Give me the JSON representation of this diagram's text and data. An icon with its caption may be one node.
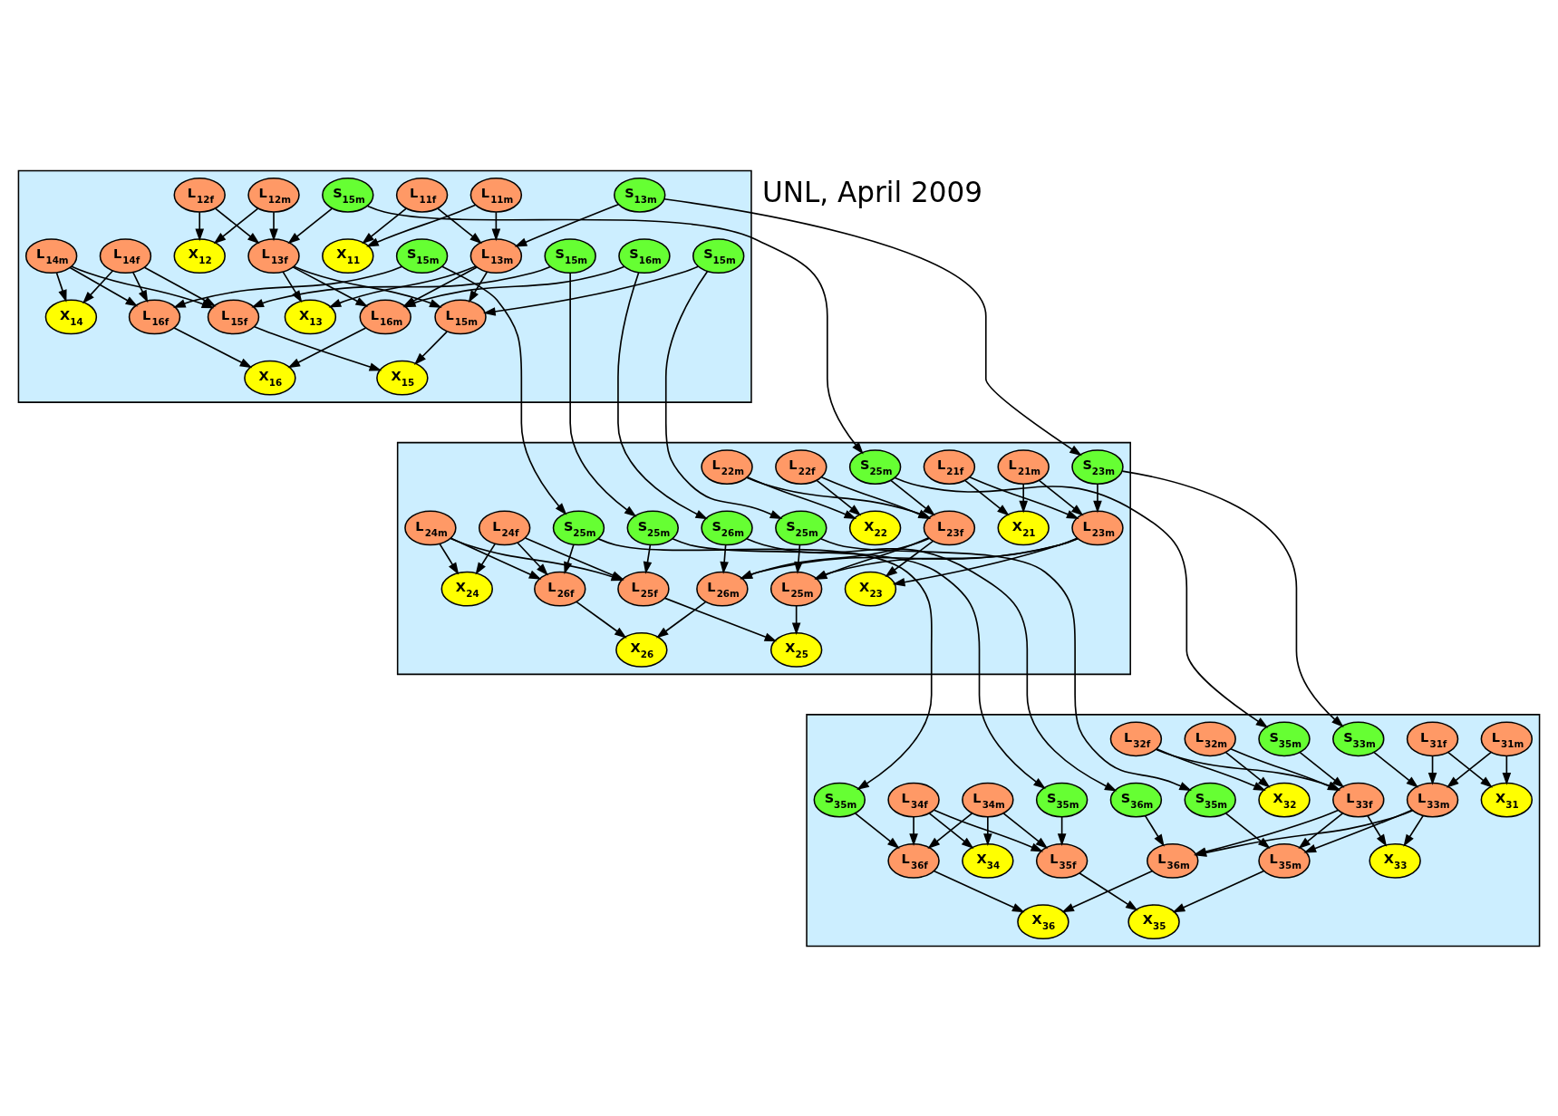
{
  "diagram": {
    "nodes": [
      {
        "text": [],
        "shape": "box"
      },
      {
        "text": [
          "L$_{11m}$"
        ],
        "in": 0
      },
      {
        "text": [
          "L$_{11f}$"
        ],
        "in": 0
      },
      {
        "text": [
          "L$_{12m}$"
        ],
        "in": 0
      },
      {
        "text": [
          "L$_{12f}$"
        ],
        "in": 0
      },
      {
        "text": [
          "X$_{11}$"
        ],
        "in": 0
      },
      {
        "text": [
          "X$_{12}$"
        ],
        "in": 0
      },
      {
        "text": [
          "S$_{13m}$"
        ],
        "in": 0
      },
      {
        "text": [
          "L$_{13m}$"
        ],
        "in": 0
      },
      {
        "text": [
          "L$_{13f}$"
        ],
        "in": 0
      },
      {
        "text": [
          "S$_{15m}$"
        ],
        "in": 0
      },
      {
        "text": [
          "X$_{13}$"
        ],
        "in": 0
      },
      {
        "text": [
          "L$_{14m}$"
        ],
        "in": 0
      },
      {
        "text": [
          "L$_{14f}$"
        ],
        "in": 0
      },
      {
        "text": [
          "X$_{14}$"
        ],
        "in": 0
      },
      {
        "text": [
          "S$_{15m}$"
        ],
        "in": 0
      },
      {
        "text": [
          "L$_{15m}$"
        ],
        "in": 0
      },
      {
        "text": [
          "L$_{15f}$"
        ],
        "in": 0
      },
      {
        "text": [
          "S$_{15m}$"
        ],
        "in": 0
      },
      {
        "text": [
          "S$_{15m}$"
        ],
        "in": 0
      },
      {
        "text": [
          "S$_{16m}$"
        ],
        "in": 0
      },
      {
        "text": [
          "L$_{16m}$"
        ],
        "in": 0
      },
      {
        "text": [
          "L$_{16f}$"
        ],
        "in": 0
      },
      {
        "text": [
          "X$_{15}$"
        ],
        "in": 0
      },
      {
        "text": [
          "X$_{16}$"
        ],
        "in": 0
      },
      {
        "text": [],
        "shape": "box"
      },
      {
        "text": [
          "L$_{21m}$"
        ],
        "in": 25
      },
      {
        "text": [
          "L$_{21f}$"
        ],
        "in": 25
      },
      {
        "text": [
          "L$_{22m}$"
        ],
        "in": 25
      },
      {
        "text": [
          "L$_{22f}$"
        ],
        "in": 25
      },
      {
        "text": [
          "X$_{21}$"
        ],
        "in": 25
      },
      {
        "text": [
          "X$_{22}$"
        ],
        "in": 25
      },
      {
        "text": [
          "S$_{23m}$"
        ],
        "in": 25
      },
      {
        "text": [
          "L$_{23m}$"
        ],
        "in": 25
      },
      {
        "text": [
          "L$_{23f}$"
        ],
        "in": 25
      },
      {
        "text": [
          "S$_{25m}$"
        ],
        "in": 25
      },
      {
        "text": [
          "X$_{23}$"
        ],
        "in": 25
      },
      {
        "text": [
          "L$_{24m}$"
        ],
        "in": 25
      },
      {
        "text": [
          "L$_{24f}$"
        ],
        "in": 25
      },
      {
        "text": [
          "X$_{24}$"
        ],
        "in": 25
      },
      {
        "text": [
          "S$_{25m}$"
        ],
        "in": 25
      },
      {
        "text": [
          "L$_{25m}$"
        ],
        "in": 25
      },
      {
        "text": [
          "L$_{25f}$"
        ],
        "in": 25
      },
      {
        "text": [
          "S$_{25m}$"
        ],
        "in": 25
      },
      {
        "text": [
          "S$_{25m}$"
        ],
        "in": 25
      },
      {
        "text": [
          "S$_{26m}$"
        ],
        "in": 25
      },
      {
        "text": [
          "L$_{26m}$"
        ],
        "in": 25
      },
      {
        "text": [
          "L$_{26f}$"
        ],
        "in": 25
      },
      {
        "text": [
          "X$_{25}$"
        ],
        "in": 25
      },
      {
        "text": [
          "X$_{26}$"
        ],
        "in": 25
      },
      {
        "text": [],
        "shape": "box"
      },
      {
        "text": [
          "L$_{31m}$"
        ],
        "in": 50
      },
      {
        "text": [
          "L$_{31f}$"
        ],
        "in": 50
      },
      {
        "text": [
          "L$_{32m}$"
        ],
        "in": 50
      },
      {
        "text": [
          "L$_{32f}$"
        ],
        "in": 50
      },
      {
        "text": [
          "X$_{31}$"
        ],
        "in": 50
      },
      {
        "text": [
          "X$_{32}$"
        ],
        "in": 50
      },
      {
        "text": [
          "S$_{33m}$"
        ],
        "in": 50
      },
      {
        "text": [
          "L$_{33m}$"
        ],
        "in": 50
      },
      {
        "text": [
          "L$_{33f}$"
        ],
        "in": 50
      },
      {
        "text": [
          "S$_{35m}$"
        ],
        "in": 50
      },
      {
        "text": [
          "X$_{33}$"
        ],
        "in": 50
      },
      {
        "text": [
          "L$_{34m}$"
        ],
        "in": 50
      },
      {
        "text": [
          "L$_{34f}$"
        ],
        "in": 50
      },
      {
        "text": [
          "X$_{34}$"
        ],
        "in": 50
      },
      {
        "text": [
          "S$_{35m}$"
        ],
        "in": 50
      },
      {
        "text": [
          "L$_{35m}$"
        ],
        "in": 50
      },
      {
        "text": [
          "L$_{35f}$"
        ],
        "in": 50
      },
      {
        "text": [
          "S$_{35m}$"
        ],
        "in": 50
      },
      {
        "text": [
          "S$_{35m}$"
        ],
        "in": 50
      },
      {
        "text": [
          "S$_{36m}$"
        ],
        "in": 50
      },
      {
        "text": [
          "L$_{36m}$"
        ],
        "in": 50
      },
      {
        "text": [
          "L$_{36f}$"
        ],
        "in": 50
      },
      {
        "text": [
          "X$_{35}$"
        ],
        "in": 50
      },
      {
        "text": [
          "X$_{36}$"
        ],
        "in": 50
      }
    ],
    "edges": [
      {
        "from": 1,
        "to": 5,
        "arrow": "to"
      },
      {
        "from": 2,
        "to": 5,
        "arrow": "to"
      },
      {
        "from": 1,
        "to": 8,
        "arrow": "to"
      },
      {
        "from": 2,
        "to": 8,
        "arrow": "to"
      },
      {
        "from": 3,
        "to": 6,
        "arrow": "to"
      },
      {
        "from": 4,
        "to": 6,
        "arrow": "to"
      },
      {
        "from": 3,
        "to": 9,
        "arrow": "to"
      },
      {
        "from": 4,
        "to": 9,
        "arrow": "to"
      },
      {
        "from": 7,
        "to": 8,
        "arrow": "to"
      },
      {
        "from": 10,
        "to": 9,
        "arrow": "to"
      },
      {
        "from": 8,
        "to": 11,
        "arrow": "to"
      },
      {
        "from": 9,
        "to": 11,
        "arrow": "to"
      },
      {
        "from": 12,
        "to": 14,
        "arrow": "to"
      },
      {
        "from": 13,
        "to": 14,
        "arrow": "to"
      },
      {
        "from": 8,
        "to": 16,
        "arrow": "to"
      },
      {
        "from": 9,
        "to": 16,
        "arrow": "to"
      },
      {
        "from": 15,
        "to": 16,
        "arrow": "to"
      },
      {
        "from": 12,
        "to": 17,
        "arrow": "to"
      },
      {
        "from": 13,
        "to": 17,
        "arrow": "to"
      },
      {
        "from": 19,
        "to": 17,
        "arrow": "to"
      },
      {
        "from": 8,
        "to": 21,
        "arrow": "to"
      },
      {
        "from": 9,
        "to": 21,
        "arrow": "to"
      },
      {
        "from": 20,
        "to": 21,
        "arrow": "to"
      },
      {
        "from": 12,
        "to": 22,
        "arrow": "to"
      },
      {
        "from": 13,
        "to": 22,
        "arrow": "to"
      },
      {
        "from": 18,
        "to": 22,
        "arrow": "to"
      },
      {
        "from": 16,
        "to": 23,
        "arrow": "to"
      },
      {
        "from": 17,
        "to": 23,
        "arrow": "to"
      },
      {
        "from": 21,
        "to": 24,
        "arrow": "to"
      },
      {
        "from": 22,
        "to": 24,
        "arrow": "to"
      },
      {
        "from": 26,
        "to": 30,
        "arrow": "to"
      },
      {
        "from": 27,
        "to": 30,
        "arrow": "to"
      },
      {
        "from": 26,
        "to": 33,
        "arrow": "to"
      },
      {
        "from": 27,
        "to": 33,
        "arrow": "to"
      },
      {
        "from": 28,
        "to": 31,
        "arrow": "to"
      },
      {
        "from": 29,
        "to": 31,
        "arrow": "to"
      },
      {
        "from": 28,
        "to": 34,
        "arrow": "to"
      },
      {
        "from": 29,
        "to": 34,
        "arrow": "to"
      },
      {
        "from": 32,
        "to": 33,
        "arrow": "to"
      },
      {
        "from": 35,
        "to": 34,
        "arrow": "to"
      },
      {
        "from": 33,
        "to": 36,
        "arrow": "to"
      },
      {
        "from": 34,
        "to": 36,
        "arrow": "to"
      },
      {
        "from": 37,
        "to": 39,
        "arrow": "to"
      },
      {
        "from": 38,
        "to": 39,
        "arrow": "to"
      },
      {
        "from": 33,
        "to": 41,
        "arrow": "to"
      },
      {
        "from": 34,
        "to": 41,
        "arrow": "to"
      },
      {
        "from": 40,
        "to": 41,
        "arrow": "to"
      },
      {
        "from": 37,
        "to": 42,
        "arrow": "to"
      },
      {
        "from": 38,
        "to": 42,
        "arrow": "to"
      },
      {
        "from": 44,
        "to": 42,
        "arrow": "to"
      },
      {
        "from": 33,
        "to": 46,
        "arrow": "to"
      },
      {
        "from": 34,
        "to": 46,
        "arrow": "to"
      },
      {
        "from": 45,
        "to": 46,
        "arrow": "to"
      },
      {
        "from": 37,
        "to": 47,
        "arrow": "to"
      },
      {
        "from": 38,
        "to": 47,
        "arrow": "to"
      },
      {
        "from": 43,
        "to": 47,
        "arrow": "to"
      },
      {
        "from": 41,
        "to": 48,
        "arrow": "to"
      },
      {
        "from": 42,
        "to": 48,
        "arrow": "to"
      },
      {
        "from": 46,
        "to": 49,
        "arrow": "to"
      },
      {
        "from": 47,
        "to": 49,
        "arrow": "to"
      },
      {
        "from": 51,
        "to": 55,
        "arrow": "to"
      },
      {
        "from": 52,
        "to": 55,
        "arrow": "to"
      },
      {
        "from": 51,
        "to": 58,
        "arrow": "to"
      },
      {
        "from": 52,
        "to": 58,
        "arrow": "to"
      },
      {
        "from": 53,
        "to": 56,
        "arrow": "to"
      },
      {
        "from": 54,
        "to": 56,
        "arrow": "to"
      },
      {
        "from": 53,
        "to": 59,
        "arrow": "to"
      },
      {
        "from": 54,
        "to": 59,
        "arrow": "to"
      },
      {
        "from": 57,
        "to": 58,
        "arrow": "to"
      },
      {
        "from": 60,
        "to": 59,
        "arrow": "to"
      },
      {
        "from": 58,
        "to": 61,
        "arrow": "to"
      },
      {
        "from": 59,
        "to": 61,
        "arrow": "to"
      },
      {
        "from": 62,
        "to": 64,
        "arrow": "to"
      },
      {
        "from": 63,
        "to": 64,
        "arrow": "to"
      },
      {
        "from": 58,
        "to": 66,
        "arrow": "to"
      },
      {
        "from": 59,
        "to": 66,
        "arrow": "to"
      },
      {
        "from": 65,
        "to": 66,
        "arrow": "to"
      },
      {
        "from": 62,
        "to": 67,
        "arrow": "to"
      },
      {
        "from": 63,
        "to": 67,
        "arrow": "to"
      },
      {
        "from": 69,
        "to": 67,
        "arrow": "to"
      },
      {
        "from": 58,
        "to": 71,
        "arrow": "to"
      },
      {
        "from": 59,
        "to": 71,
        "arrow": "to"
      },
      {
        "from": 70,
        "to": 71,
        "arrow": "to"
      },
      {
        "from": 62,
        "to": 72,
        "arrow": "to"
      },
      {
        "from": 63,
        "to": 72,
        "arrow": "to"
      },
      {
        "from": 68,
        "to": 72,
        "arrow": "to"
      },
      {
        "from": 66,
        "to": 73,
        "arrow": "to"
      },
      {
        "from": 67,
        "to": 73,
        "arrow": "to"
      },
      {
        "from": 71,
        "to": 74,
        "arrow": "to"
      },
      {
        "from": 72,
        "to": 74,
        "arrow": "to"
      },
      {
        "from": 7,
        "to": 32,
        "arrow": "to"
      },
      {
        "from": 15,
        "to": 40,
        "arrow": "to"
      },
      {
        "from": 10,
        "to": 35,
        "arrow": "to"
      },
      {
        "from": 19,
        "to": 44,
        "arrow": "to"
      },
      {
        "from": 20,
        "to": 45,
        "arrow": "to"
      },
      {
        "from": 18,
        "to": 43,
        "arrow": "to"
      },
      {
        "from": 32,
        "to": 57,
        "arrow": "to"
      },
      {
        "from": 40,
        "to": 65,
        "arrow": "to"
      },
      {
        "from": 35,
        "to": 60,
        "arrow": "to"
      },
      {
        "from": 44,
        "to": 69,
        "arrow": "to"
      },
      {
        "from": 45,
        "to": 70,
        "arrow": "to"
      },
      {
        "from": 43,
        "to": 68,
        "arrow": "to"
      }
    ],
    "labels": [
      "UNL, April 2009"
    ]
  }
}
